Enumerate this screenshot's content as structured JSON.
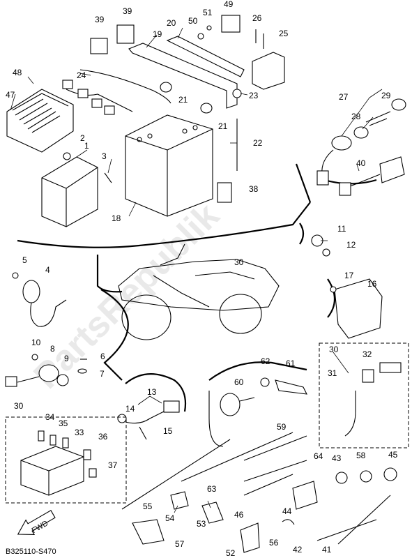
{
  "watermark": "PartsRepublik",
  "diagram_code": "B325110-S470",
  "fwd_label": "FWD",
  "part_numbers": [
    "1",
    "2",
    "3",
    "4",
    "5",
    "6",
    "7",
    "8",
    "9",
    "10",
    "11",
    "12",
    "13",
    "14",
    "15",
    "16",
    "17",
    "18",
    "19",
    "20",
    "21",
    "21",
    "22",
    "23",
    "24",
    "25",
    "26",
    "27",
    "28",
    "29",
    "30",
    "30",
    "30",
    "31",
    "32",
    "33",
    "34",
    "35",
    "36",
    "37",
    "38",
    "39",
    "39",
    "40",
    "41",
    "42",
    "43",
    "44",
    "45",
    "46",
    "47",
    "48",
    "49",
    "50",
    "51",
    "52",
    "53",
    "54",
    "55",
    "56",
    "57",
    "58",
    "59",
    "60",
    "61",
    "62",
    "63",
    "64"
  ]
}
